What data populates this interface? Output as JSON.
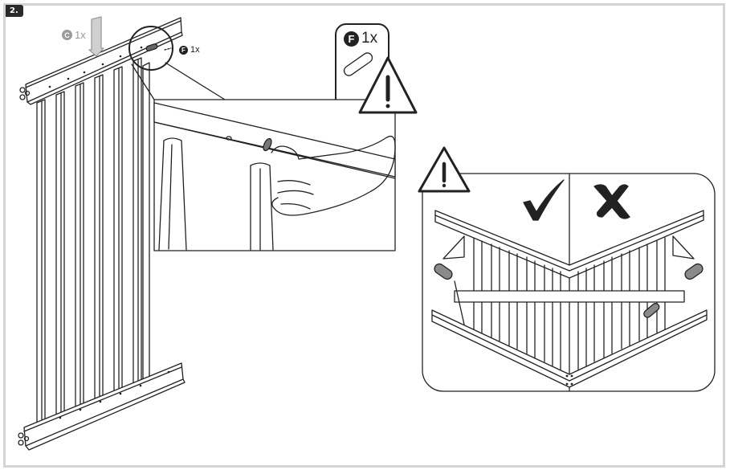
{
  "step": {
    "number": "2."
  },
  "parts": {
    "part_c": {
      "letter": "C",
      "qty": "1x",
      "color": "#9a9a9a"
    },
    "part_f_small": {
      "letter": "F",
      "qty": "1x"
    },
    "part_f_callout": {
      "letter": "F",
      "qty": "1x"
    }
  },
  "icons": {
    "warning": "warning-triangle-icon",
    "correct": "checkmark-icon",
    "wrong": "cross-icon",
    "dowel": "dowel-icon"
  },
  "colors": {
    "line": "#222222",
    "frame": "#d4d4d4",
    "dowel_fill": "#8a8a8a"
  }
}
